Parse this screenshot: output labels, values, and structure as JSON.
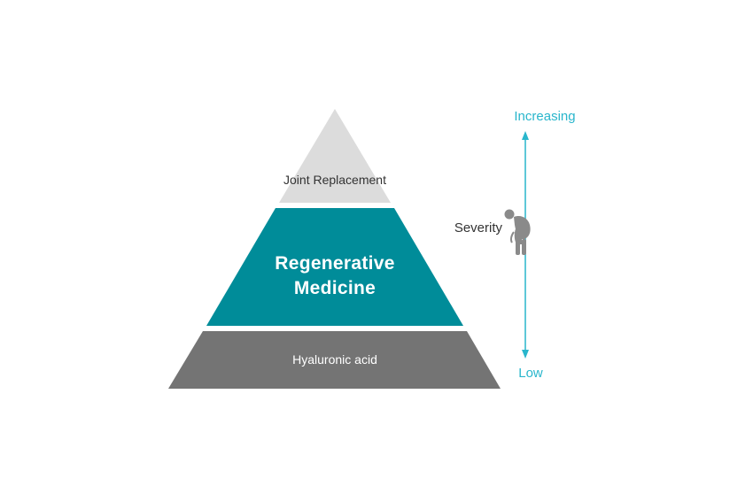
{
  "pyramid": {
    "tiers": [
      {
        "label": "Joint Replacement",
        "color": "#dcdcdc",
        "text_color": "#333333"
      },
      {
        "label_line1": "Regenerative",
        "label_line2": "Medicine",
        "color": "#008c99",
        "text_color": "#ffffff"
      },
      {
        "label": "Hyaluronic acid",
        "color": "#747474",
        "text_color": "#ffffff"
      }
    ]
  },
  "severity_axis": {
    "top_label": "Increasing",
    "bottom_label": "Low",
    "label": "Severity",
    "axis_color": "#29b6cc",
    "icon": "hunched-person-icon"
  }
}
